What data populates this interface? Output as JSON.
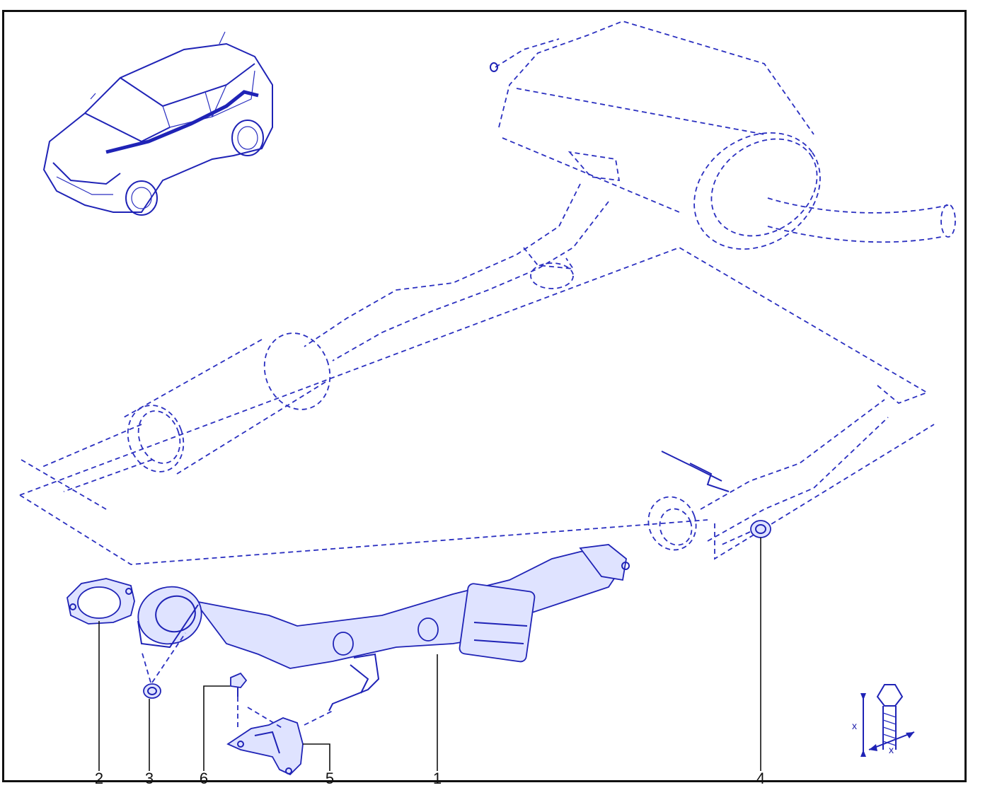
{
  "callouts": [
    {
      "id": "c2",
      "label": "2"
    },
    {
      "id": "c3",
      "label": "3"
    },
    {
      "id": "c6",
      "label": "6"
    },
    {
      "id": "c5",
      "label": "5"
    },
    {
      "id": "c1",
      "label": "1"
    },
    {
      "id": "c4",
      "label": "4"
    }
  ],
  "bolt_detail": {
    "dim_label_1": "x",
    "dim_label_2": "x"
  },
  "colors": {
    "line": "#1f23b6",
    "leader": "#111111",
    "frame": "#111111"
  }
}
